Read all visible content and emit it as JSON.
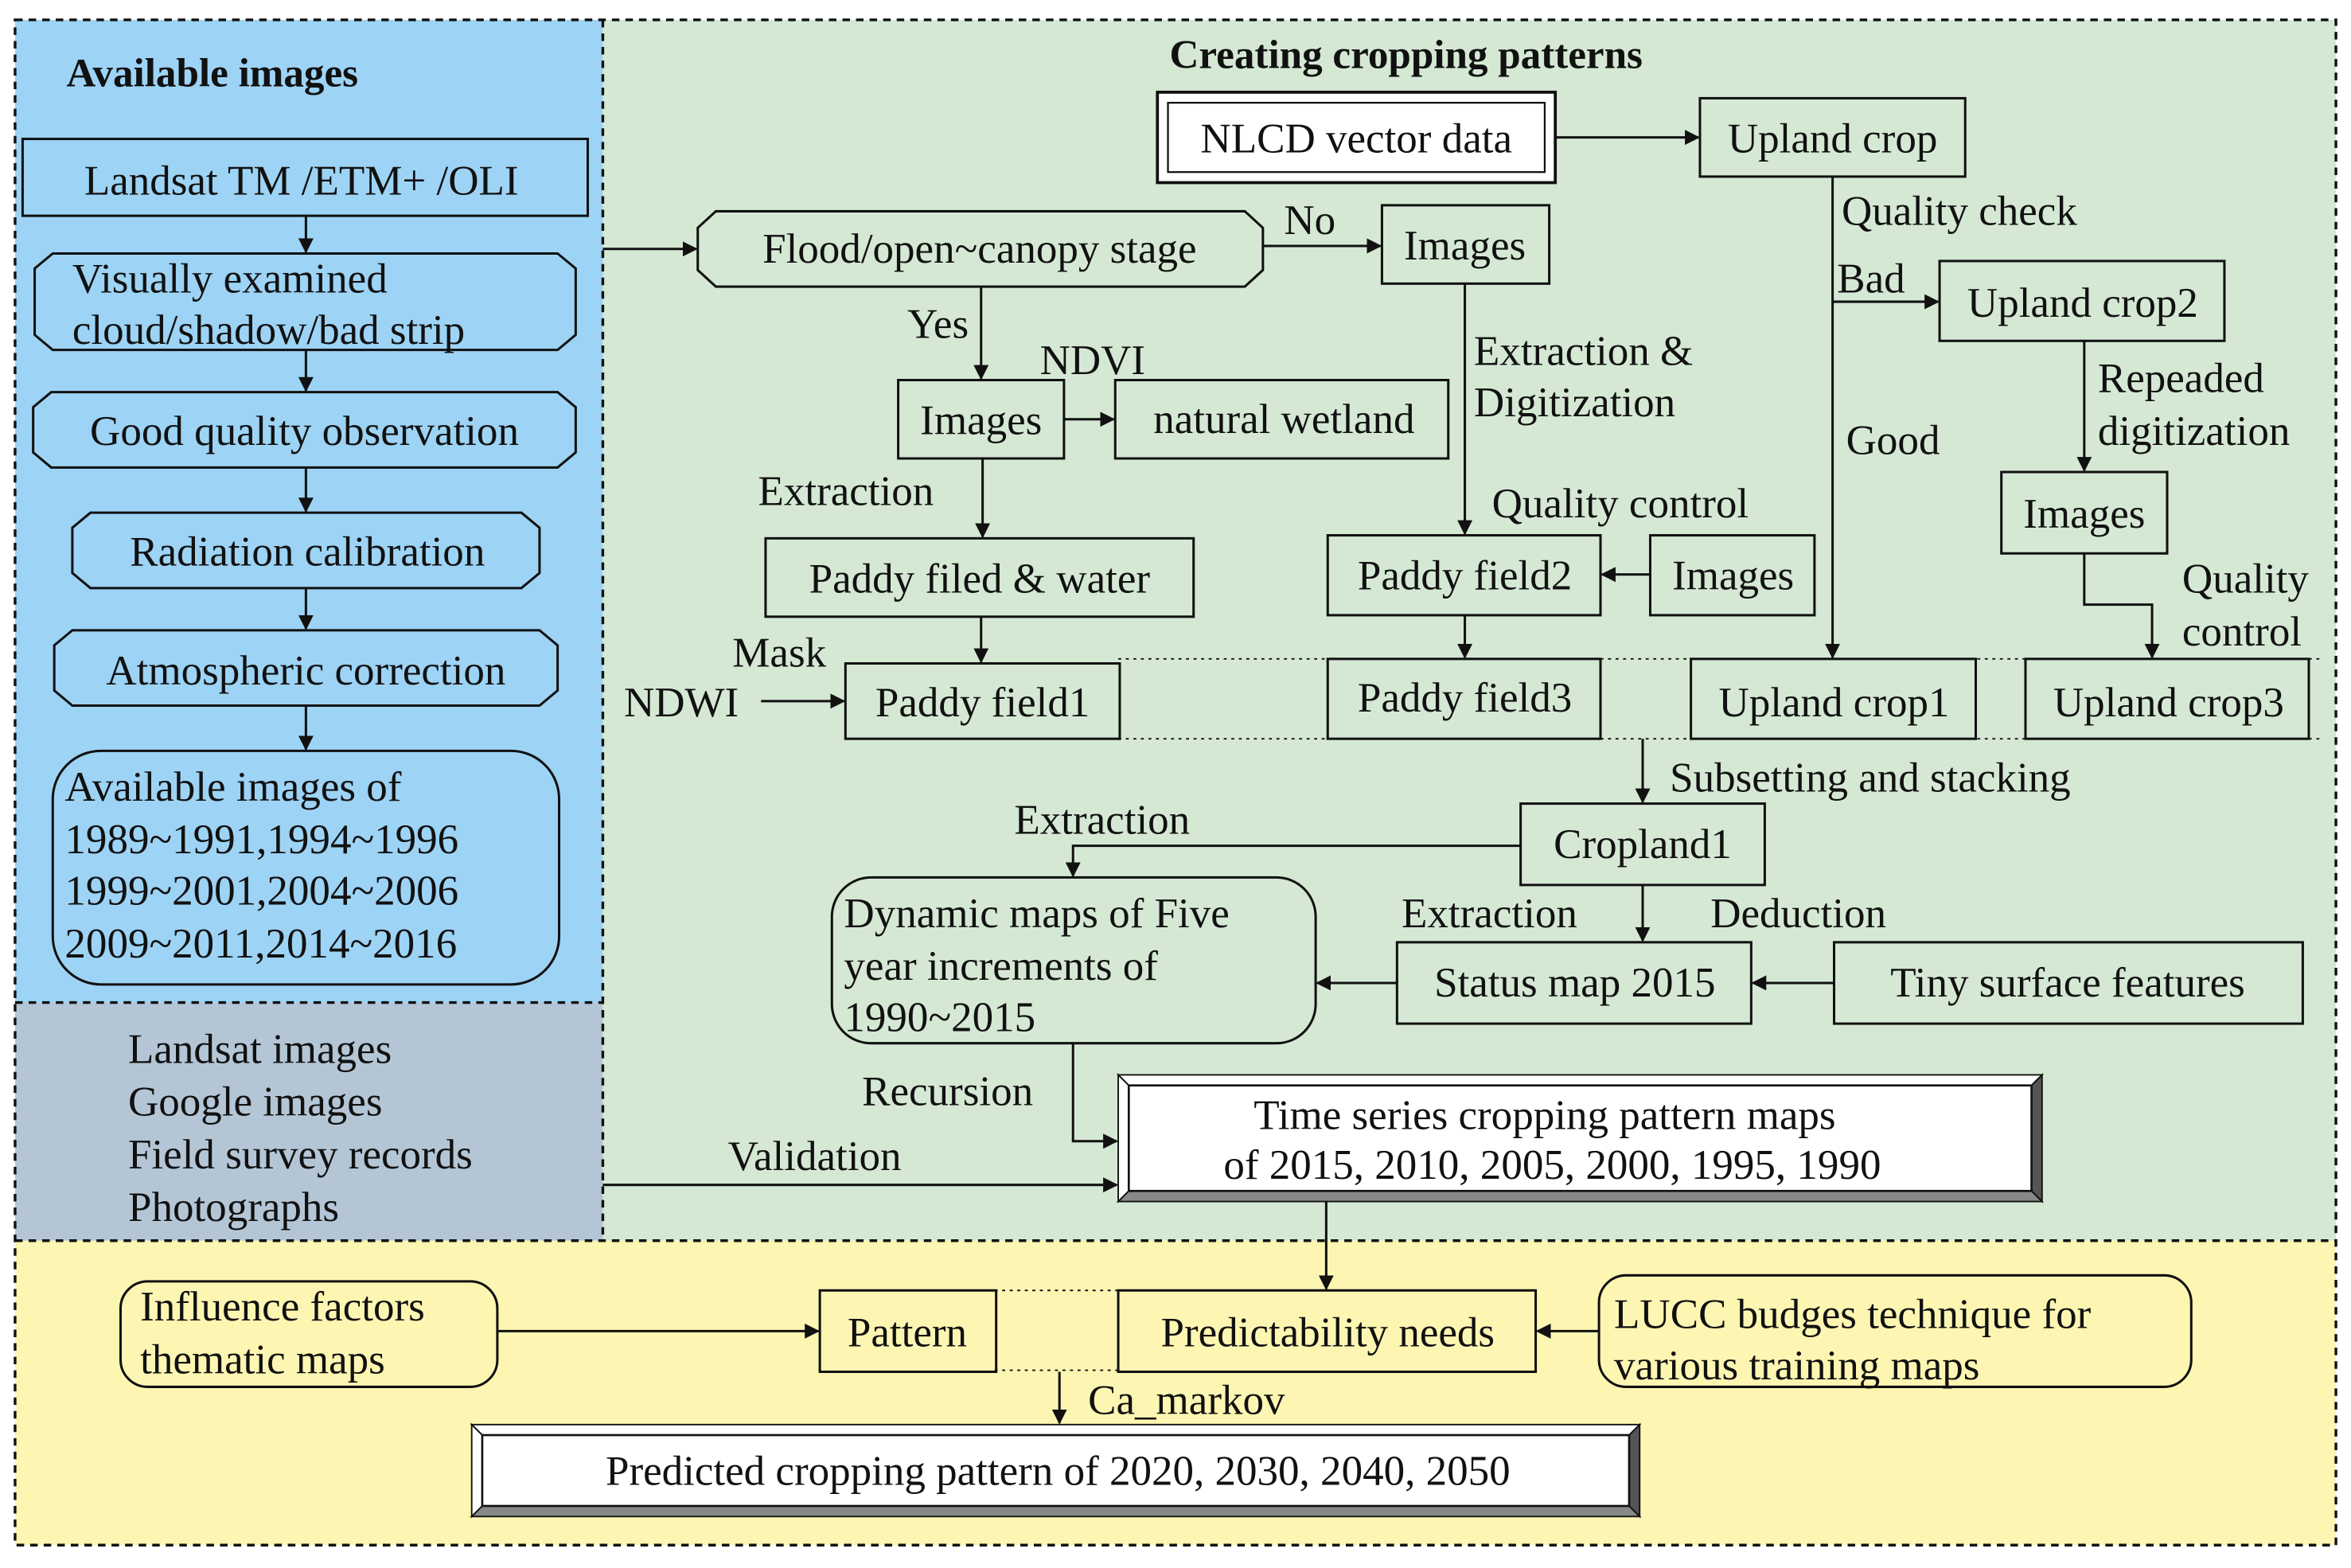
{
  "sections": {
    "available_title": "Available images",
    "creating_title": "Creating cropping patterns"
  },
  "left_flow": {
    "landsat": "Landsat TM /ETM+ /OLI",
    "visual_1": "Visually examined",
    "visual_2": "cloud/shadow/bad strip",
    "good_quality": "Good quality observation",
    "radiation": "Radiation calibration",
    "atmospheric": "Atmospheric correction",
    "years_1": "Available images of",
    "years_2": "1989~1991,1994~1996",
    "years_3": "1999~2001,2004~2006",
    "years_4": "2009~2011,2014~2016"
  },
  "validation_sources": [
    "Landsat images",
    "Google images",
    "Field survey records",
    "Photographs"
  ],
  "nodes": {
    "nlcd": "NLCD vector data",
    "upland_crop": "Upland crop",
    "flood": "Flood/open~canopy stage",
    "images_top": "Images",
    "images_mid": "Images",
    "natural_wetland": "natural wetland",
    "paddy_water": "Paddy filed & water",
    "paddy1": "Paddy field1",
    "paddy2": "Paddy field2",
    "images_qc": "Images",
    "paddy3": "Paddy field3",
    "upland1": "Upland crop1",
    "upland2": "Upland crop2",
    "images_right": "Images",
    "upland3": "Upland crop3",
    "cropland1": "Cropland1",
    "dynamic_1": "Dynamic maps of Five",
    "dynamic_2": "year increments of",
    "dynamic_3": "1990~2015",
    "status_map": "Status map 2015",
    "tiny": "Tiny surface features",
    "timeseries_1": "Time series cropping pattern maps",
    "timeseries_2": "of 2015, 2010, 2005, 2000, 1995, 1990",
    "influence_1": "Influence factors",
    "influence_2": "thematic maps",
    "pattern": "Pattern",
    "predictability": "Predictability needs",
    "lucc_1": "LUCC budges technique for",
    "lucc_2": "various training maps",
    "predicted": "Predicted cropping pattern of 2020, 2030, 2040, 2050"
  },
  "labels": {
    "no": "No",
    "yes": "Yes",
    "ndvi": "NDVI",
    "extraction_digit_1": "Extraction &",
    "extraction_digit_2": "Digitization",
    "quality_check": "Quality check",
    "bad": "Bad",
    "good": "Good",
    "repeaded_1": "Repeaded",
    "repeaded_2": "digitization",
    "extraction_mid": "Extraction",
    "quality_control": "Quality control",
    "quality_1": "Quality",
    "quality_2": "control",
    "mask": "Mask",
    "ndwi": "NDWI",
    "subsetting": "Subsetting and stacking",
    "extraction_top": "Extraction",
    "extraction_status": "Extraction",
    "deduction": "Deduction",
    "recursion": "Recursion",
    "validation": "Validation",
    "ca_markov": "Ca_markov"
  },
  "colors": {
    "blue_panel": "#9dd3f5",
    "green_panel": "#d5e8d4",
    "gray_panel": "#b4c6d6",
    "yellow_panel": "#fdf6b2"
  }
}
